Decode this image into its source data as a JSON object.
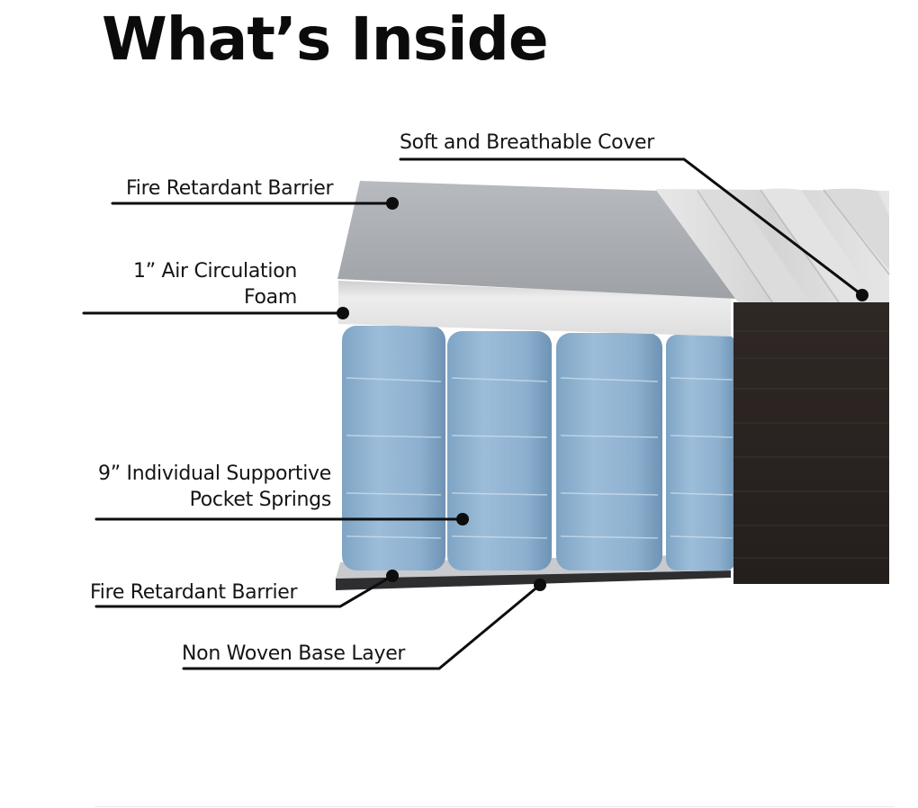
{
  "title": "What’s Inside",
  "layers": [
    {
      "id": "cover",
      "label": "Soft and Breathable Cover"
    },
    {
      "id": "fire-barrier-top",
      "label": "Fire Retardant Barrier"
    },
    {
      "id": "foam",
      "label_line1": "1” Air Circulation",
      "label_line2": "Foam"
    },
    {
      "id": "springs",
      "label_line1": "9” Individual Supportive",
      "label_line2": "Pocket Springs"
    },
    {
      "id": "fire-barrier-bottom",
      "label": "Fire Retardant Barrier"
    },
    {
      "id": "base",
      "label": "Non Woven Base Layer"
    }
  ],
  "colors": {
    "text": "#151515",
    "leader": "#0d0d0d",
    "barrier": "#a9acb1",
    "foam": "#e4e4e4",
    "spring": "#8fb3d1",
    "cover_top": "#d9d9d9",
    "side_panel": "#2b2421"
  }
}
